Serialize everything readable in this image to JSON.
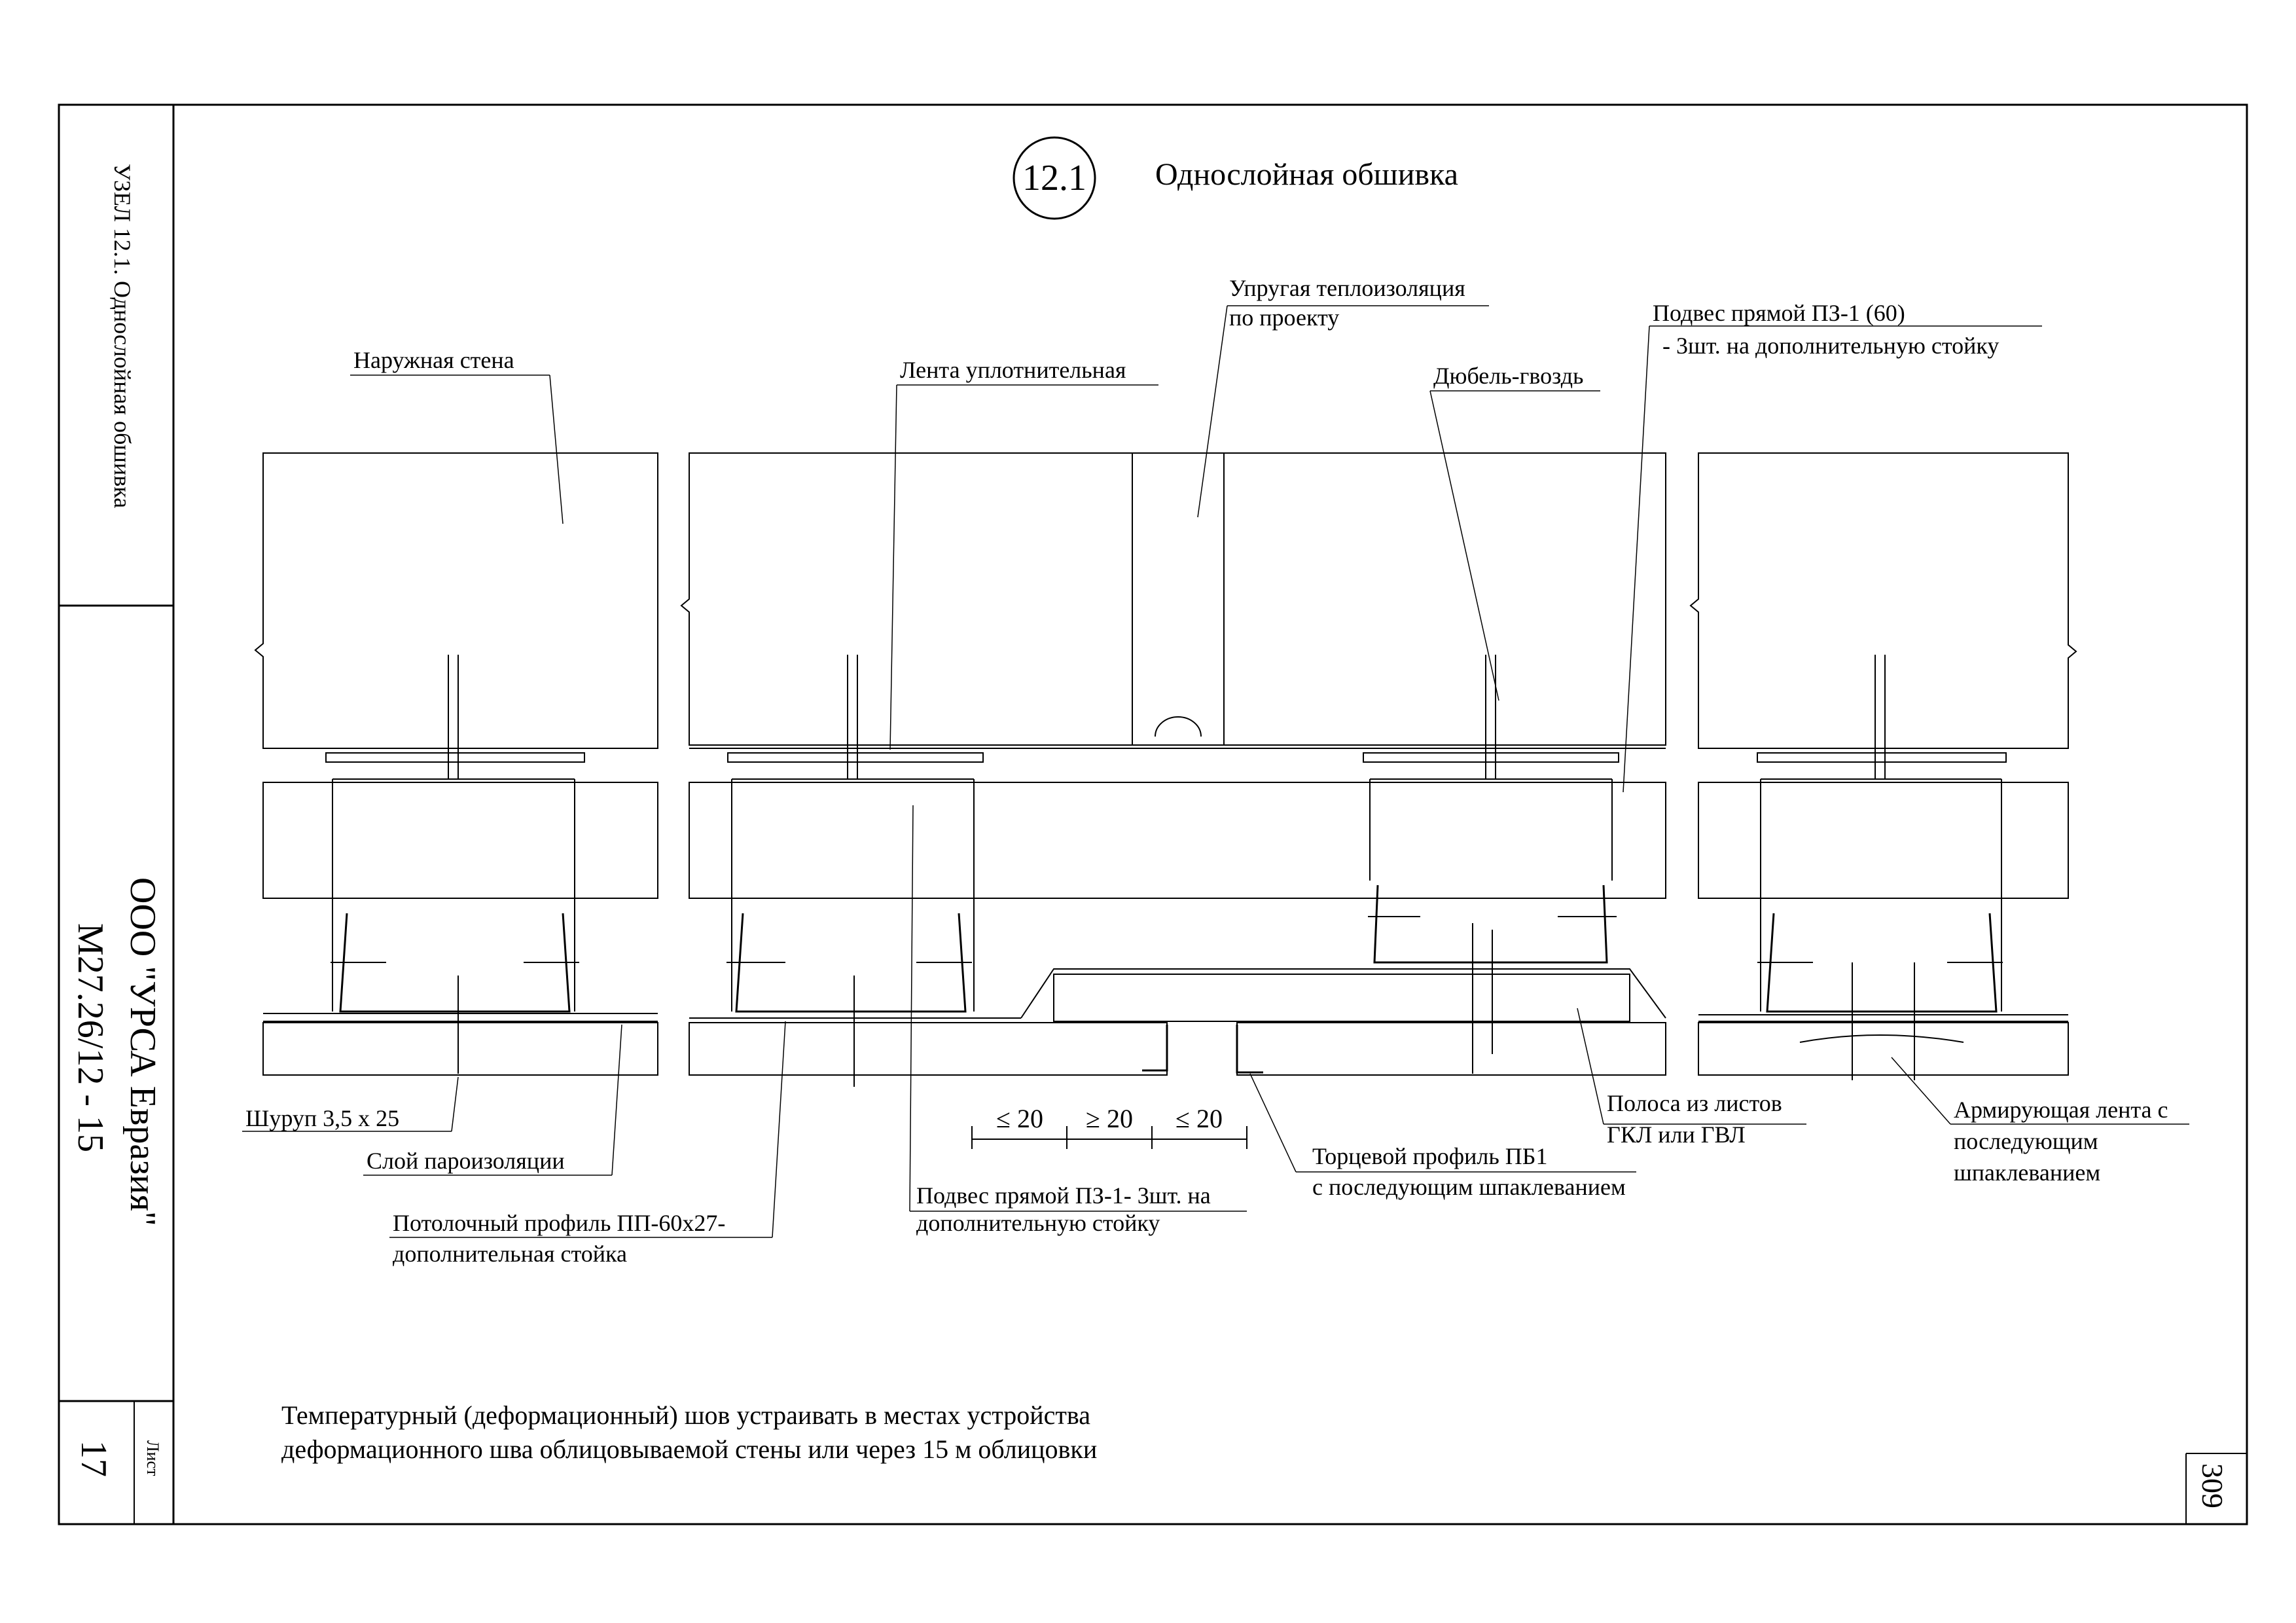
{
  "title_block": {
    "side_title": "УЗЕЛ 12.1. Однослойная обшивка",
    "company": "ООО \"УРСА Евразия\"",
    "document_code": "М27.26/12 - 15",
    "sheet_label": "Лист",
    "sheet_number": "17",
    "page_number": "309"
  },
  "header": {
    "node_number": "12.1",
    "title": "Однослойная обшивка"
  },
  "labels": {
    "outer_wall": "Наружная стена",
    "sealing_tape": "Лента уплотнительная",
    "insulation_line1": "Упругая теплоизоляция",
    "insulation_line2": "по проекту",
    "hanger_top_line1": "Подвес прямой ПЗ-1 (60)",
    "hanger_top_line2": "- 3шт. на дополнительную стойку",
    "dowel": "Дюбель-гвоздь",
    "screw": "Шуруп 3,5 х 25",
    "vapor_barrier": "Слой пароизоляции",
    "ceiling_profile_line1": "Потолочный профиль ПП-60х27-",
    "ceiling_profile_line2": "дополнительная стойка",
    "hanger_bottom_line1": "Подвес прямой ПЗ-1- 3шт. на",
    "hanger_bottom_line2": "дополнительную стойку",
    "end_profile_line1": "Торцевой профиль ПБ1",
    "end_profile_line2": "с последующим шпаклеванием",
    "strip_line1": "Полоса из листов",
    "strip_line2": "ГКЛ или ГВЛ",
    "tape_line1": "Армирующая лента с",
    "tape_line2": "последующим",
    "tape_line3": "шпаклеванием"
  },
  "dimensions": {
    "left": "≤ 20",
    "middle": "≥ 20",
    "right": "≤ 20"
  },
  "note": {
    "line1": "Температурный (деформационный) шов устраивать в местах устройства",
    "line2": "деформационного шва облицовываемой стены или через 15 м облицовки"
  }
}
